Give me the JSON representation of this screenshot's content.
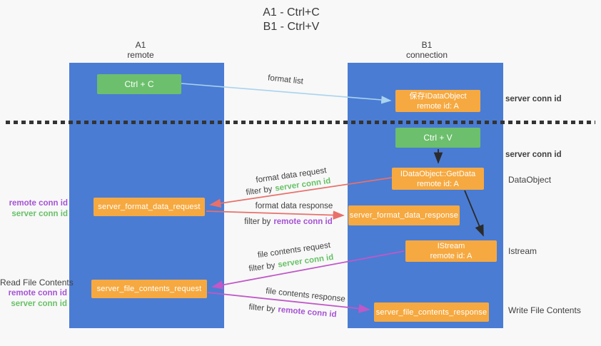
{
  "title": {
    "line1": "A1 - Ctrl+C",
    "line2": "B1 - Ctrl+V"
  },
  "columns": {
    "left": {
      "name": "A1",
      "subtitle": "remote"
    },
    "right": {
      "name": "B1",
      "subtitle": "connection"
    }
  },
  "nodes": {
    "ctrl_c": {
      "label": "Ctrl + C"
    },
    "ctrl_v": {
      "label": "Ctrl + V"
    },
    "save_idataobject": {
      "line1": "保存IDataObject",
      "line2": "remote id: A"
    },
    "getdata": {
      "line1": "IDataObject::GetData",
      "line2": "remote id: A"
    },
    "istream": {
      "line1": "IStream",
      "line2": "remote id: A"
    },
    "format_request": {
      "label": "server_format_data_request"
    },
    "format_response": {
      "label": "server_format_data_response"
    },
    "file_request": {
      "label": "server_file_contents_request"
    },
    "file_response": {
      "label": "server_file_contents_response"
    }
  },
  "arrow_labels": {
    "format_list": "format list",
    "format_data_request": "format data request",
    "format_data_response": "format data response",
    "file_contents_request": "file contents request",
    "file_contents_response": "file contents response",
    "filter_by": "filter by",
    "server_conn_id": "server conn id",
    "remote_conn_id": "remote conn id"
  },
  "side_labels": {
    "server_conn_id_top": "server conn id",
    "server_conn_id_mid": "server conn id",
    "dataobject": "DataObject",
    "istream": "Istream",
    "write_file_contents": "Write File Contents",
    "read_file_contents": "Read File Contents",
    "remote_conn_id_left_top": "remote conn id",
    "server_conn_id_left_top": "server conn id",
    "remote_conn_id_left_bottom": "remote conn id",
    "server_conn_id_left_bottom": "server conn id"
  },
  "colors": {
    "lifeline_blue": "#4a7cd4",
    "node_orange": "#f6a940",
    "node_green": "#6cbf6c",
    "text_green": "#68c168",
    "text_purple": "#a653d3",
    "arrow_light_blue": "#a9d3ee",
    "arrow_red": "#e8706a",
    "arrow_magenta": "#c058c8",
    "arrow_black": "#2b2b2b",
    "background": "#f8f8f8"
  }
}
